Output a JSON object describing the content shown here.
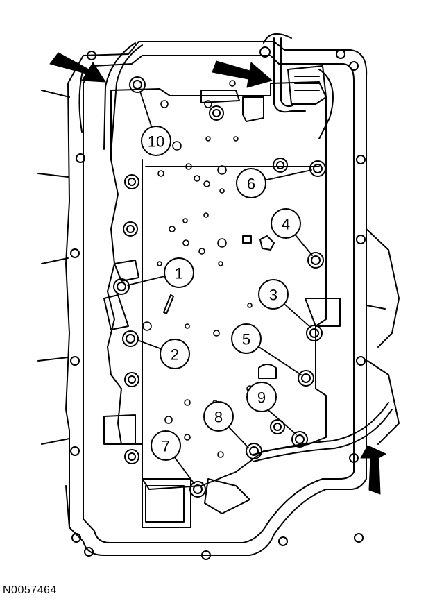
{
  "figure_id": "N0057464",
  "callouts": [
    "1",
    "2",
    "3",
    "4",
    "5",
    "6",
    "7",
    "8",
    "9",
    "10"
  ],
  "colors": {
    "line": "#000000",
    "background": "#ffffff"
  }
}
